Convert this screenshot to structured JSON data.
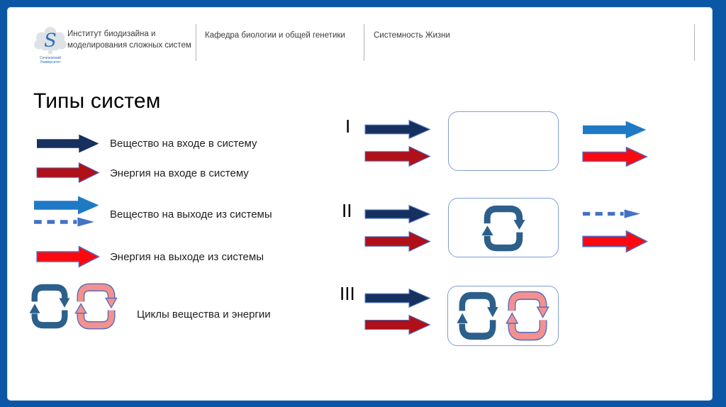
{
  "slide": {
    "header": {
      "logo": {
        "initial": "S",
        "caption_line1": "Сеченовский",
        "caption_line2": "Университет"
      },
      "institute_line1": "Институт биодизайна и",
      "institute_line2": "моделирования сложных систем",
      "department": "Кафедра биологии и общей генетики",
      "course": "Системность Жизни"
    },
    "title": "Типы систем",
    "legend": [
      {
        "icon": "matter-in-arrow",
        "label": "Вещество на входе в систему"
      },
      {
        "icon": "energy-in-arrow",
        "label": "Энергия на входе в систему"
      },
      {
        "icon": "matter-out-solid-and-dashed-arrows",
        "label": "Вещество на выходе из системы"
      },
      {
        "icon": "energy-out-arrow",
        "label": "Энергия на выходе из системы"
      },
      {
        "icon": "matter-cycle-and-energy-cycle",
        "label": "Циклы вещества и энергии"
      }
    ],
    "systems": [
      {
        "numeral": "I",
        "inputs": [
          "matter-in-arrow",
          "energy-in-arrow"
        ],
        "box_contents": [],
        "outputs": [
          "matter-out-solid-arrow",
          "energy-out-arrow"
        ]
      },
      {
        "numeral": "II",
        "inputs": [
          "matter-in-arrow",
          "energy-in-arrow"
        ],
        "box_contents": [
          "matter-cycle"
        ],
        "outputs": [
          "matter-out-dashed-arrow",
          "energy-out-arrow"
        ]
      },
      {
        "numeral": "III",
        "inputs": [
          "matter-in-arrow",
          "energy-in-arrow"
        ],
        "box_contents": [
          "matter-cycle",
          "energy-cycle"
        ],
        "outputs": []
      }
    ],
    "colors": {
      "frame_blue": "#0b57a6",
      "matter_in_navy": "#16315f",
      "energy_in_dark_red": "#b01018",
      "matter_out_light_blue": "#1f7ac6",
      "matter_out_dashed_blue": "#4472c4",
      "energy_out_red": "#fa0a10",
      "matter_cycle_steel_blue": "#2d5f8b",
      "energy_cycle_salmon": "#f4918f",
      "shape_outline_blue": "#4a6fc8",
      "box_border_blue": "#7f9fd6"
    }
  }
}
